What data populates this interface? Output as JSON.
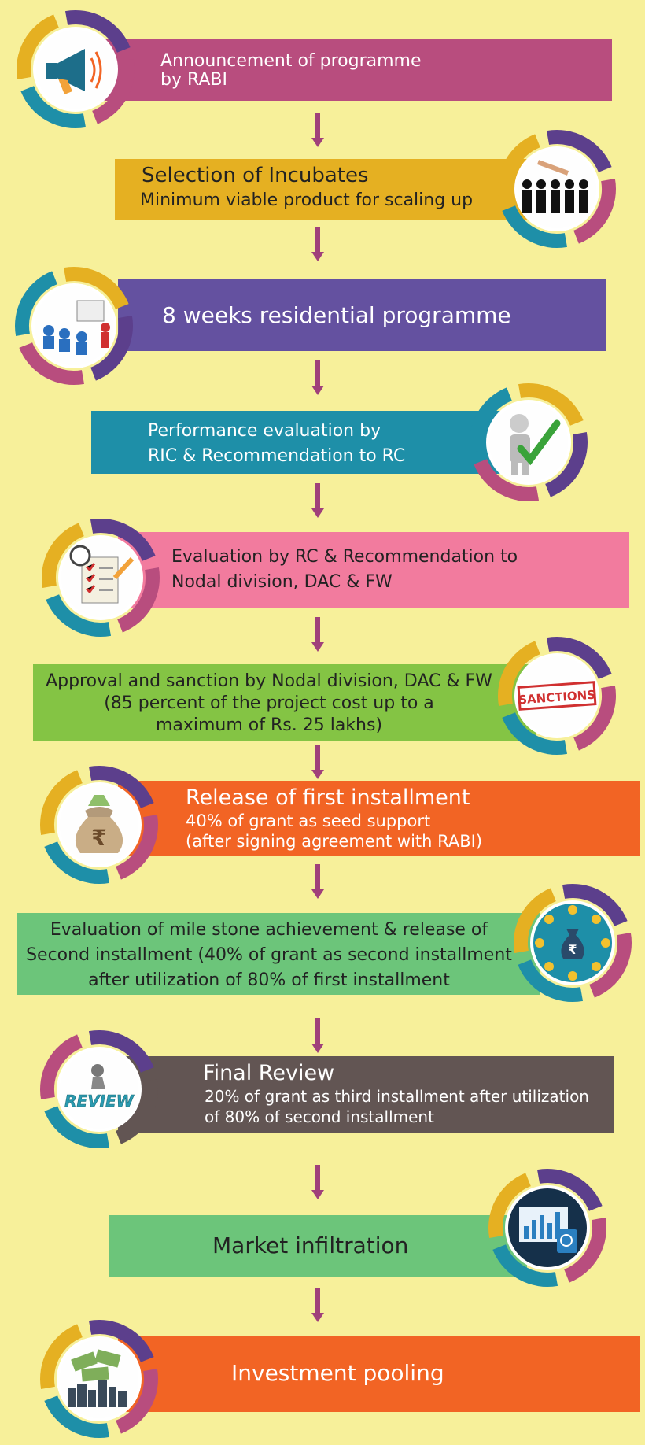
{
  "steps": [
    {
      "title": "",
      "lines": "Announcement of programme\nby RABI",
      "icon": "megaphone-icon",
      "color": "#b84d7e"
    },
    {
      "title": "Selection of Incubates",
      "lines": "Minimum viable product for scaling up",
      "icon": "group-selection-icon",
      "color": "#e5b022"
    },
    {
      "title": "",
      "lines": "8 weeks residential programme",
      "icon": "presentation-meeting-icon",
      "color": "#6451a0"
    },
    {
      "title": "",
      "lines": "Performance evaluation by\nRIC & Recommendation to RC",
      "icon": "checkmark-person-icon",
      "color": "#1e8fa8"
    },
    {
      "title": "",
      "lines": "Evaluation by RC & Recommendation to\nNodal division, DAC & FW",
      "icon": "checklist-clock-icon",
      "color": "#f27b9e"
    },
    {
      "title": "",
      "lines": "Approval and sanction by Nodal division, DAC & FW\n(85 percent of the project cost up to a\nmaximum of Rs. 25 lakhs)",
      "icon": "sanctions-stamp-icon",
      "color": "#84c444",
      "icon_text": "SANCTIONS"
    },
    {
      "title": "Release of  first installment",
      "lines": "40% of grant as seed support\n(after signing agreement with RABI)",
      "icon": "rupee-money-bag-icon",
      "color": "#f26424"
    },
    {
      "title": "",
      "lines": "Evaluation of mile stone achievement & release of\nSecond installment (40% of grant as second installment\nafter utilization of 80% of first installment",
      "icon": "rupee-coins-icon",
      "color": "#6cc57a"
    },
    {
      "title": "Final Review",
      "lines": "20% of grant as third installment after utilization\nof 80% of second installment",
      "icon": "review-icon",
      "color": "#625553",
      "icon_text": "REVIEW"
    },
    {
      "title": "",
      "lines": "Market infiltration",
      "icon": "analytics-dashboard-icon",
      "color": "#6cc57a"
    },
    {
      "title": "",
      "lines": "Investment pooling",
      "icon": "money-city-icon",
      "color": "#f26424"
    }
  ],
  "ring_colors": [
    "#5c3f8c",
    "#b84d7e",
    "#1e8fa8",
    "#e5b022"
  ],
  "arrow_color": "#a0407a"
}
